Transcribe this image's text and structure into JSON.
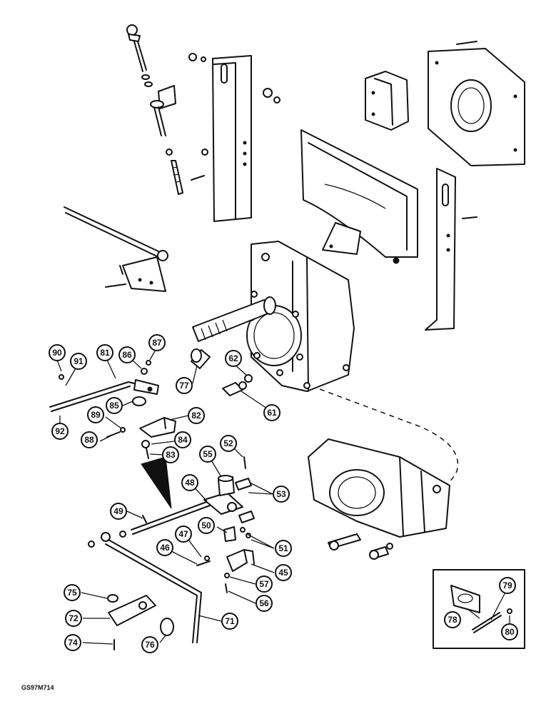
{
  "drawing_id": "GS97M714",
  "callouts": [
    "90",
    "91",
    "81",
    "86",
    "87",
    "77",
    "62",
    "61",
    "85",
    "82",
    "92",
    "89",
    "88",
    "84",
    "83",
    "52",
    "55",
    "53",
    "48",
    "49",
    "50",
    "51",
    "47",
    "46",
    "45",
    "57",
    "56",
    "75",
    "71",
    "72",
    "76",
    "74",
    "79",
    "78",
    "80"
  ]
}
